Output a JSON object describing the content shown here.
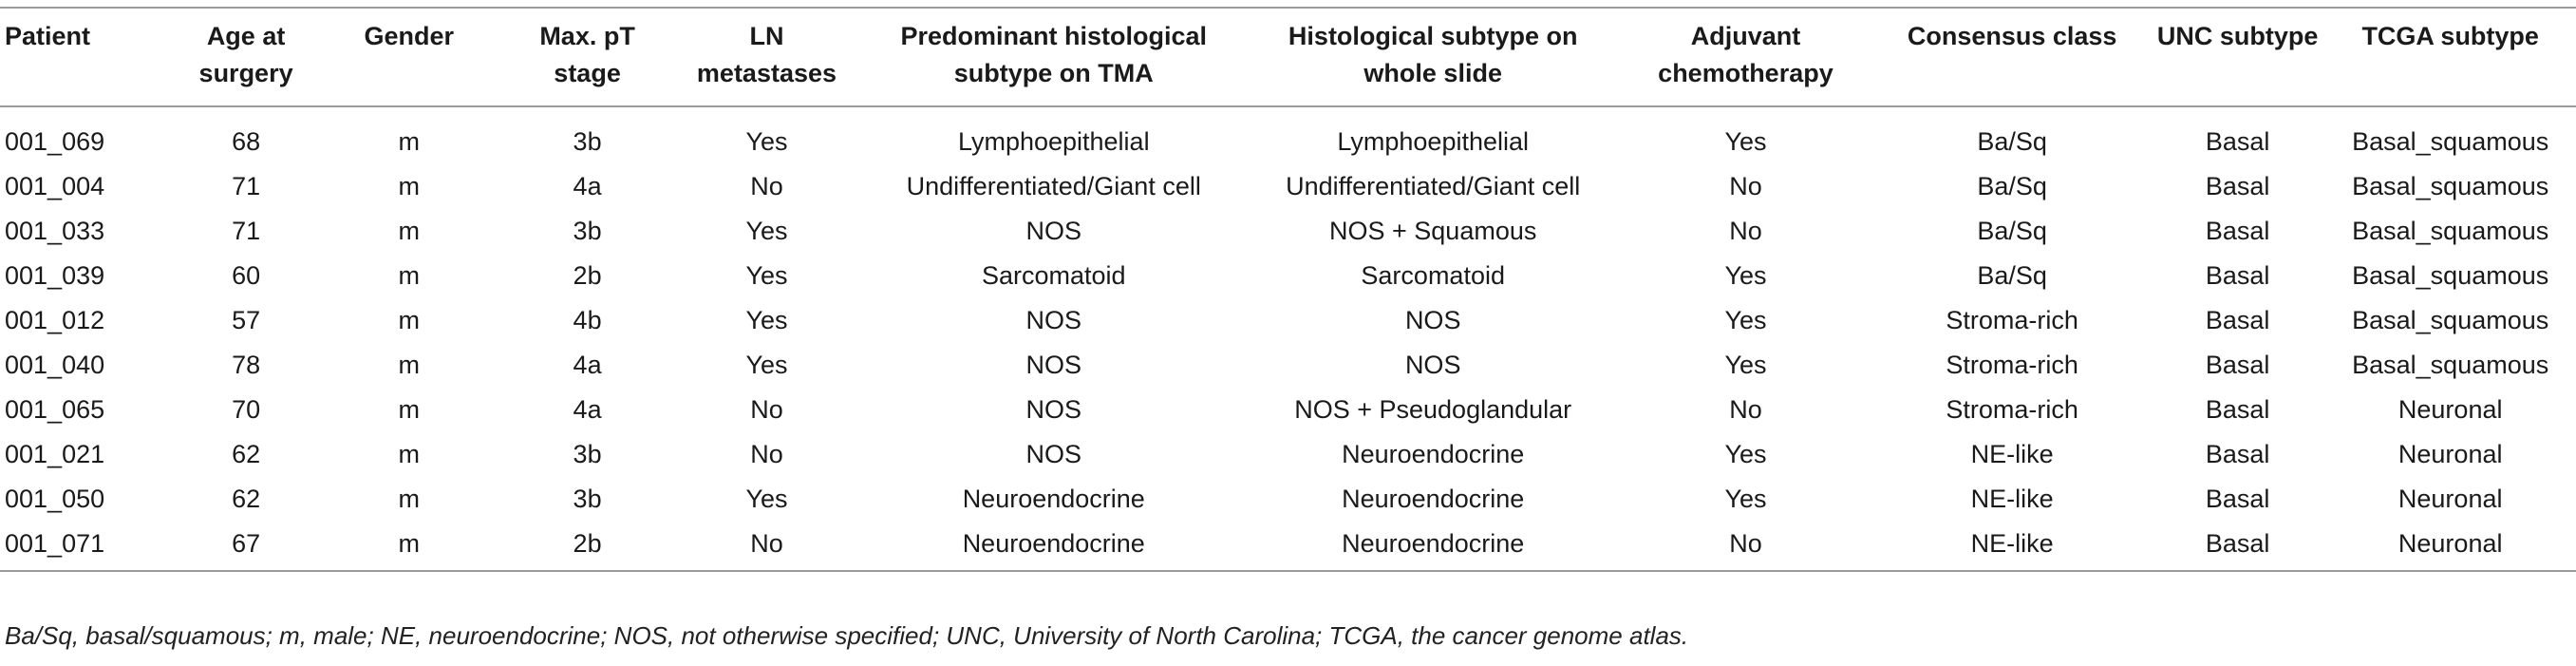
{
  "table": {
    "headers": [
      "Patient",
      "Age at surgery",
      "Gender",
      "Max. pT stage",
      "LN metastases",
      "Predominant histological subtype on TMA",
      "Histological subtype on whole slide",
      "Adjuvant chemotherapy",
      "Consensus class",
      "UNC subtype",
      "TCGA subtype"
    ],
    "rows": [
      [
        "001_069",
        "68",
        "m",
        "3b",
        "Yes",
        "Lymphoepithelial",
        "Lymphoepithelial",
        "Yes",
        "Ba/Sq",
        "Basal",
        "Basal_squamous"
      ],
      [
        "001_004",
        "71",
        "m",
        "4a",
        "No",
        "Undifferentiated/Giant cell",
        "Undifferentiated/Giant cell",
        "No",
        "Ba/Sq",
        "Basal",
        "Basal_squamous"
      ],
      [
        "001_033",
        "71",
        "m",
        "3b",
        "Yes",
        "NOS",
        "NOS + Squamous",
        "No",
        "Ba/Sq",
        "Basal",
        "Basal_squamous"
      ],
      [
        "001_039",
        "60",
        "m",
        "2b",
        "Yes",
        "Sarcomatoid",
        "Sarcomatoid",
        "Yes",
        "Ba/Sq",
        "Basal",
        "Basal_squamous"
      ],
      [
        "001_012",
        "57",
        "m",
        "4b",
        "Yes",
        "NOS",
        "NOS",
        "Yes",
        "Stroma-rich",
        "Basal",
        "Basal_squamous"
      ],
      [
        "001_040",
        "78",
        "m",
        "4a",
        "Yes",
        "NOS",
        "NOS",
        "Yes",
        "Stroma-rich",
        "Basal",
        "Basal_squamous"
      ],
      [
        "001_065",
        "70",
        "m",
        "4a",
        "No",
        "NOS",
        "NOS + Pseudoglandular",
        "No",
        "Stroma-rich",
        "Basal",
        "Neuronal"
      ],
      [
        "001_021",
        "62",
        "m",
        "3b",
        "No",
        "NOS",
        "Neuroendocrine",
        "Yes",
        "NE-like",
        "Basal",
        "Neuronal"
      ],
      [
        "001_050",
        "62",
        "m",
        "3b",
        "Yes",
        "Neuroendocrine",
        "Neuroendocrine",
        "Yes",
        "NE-like",
        "Basal",
        "Neuronal"
      ],
      [
        "001_071",
        "67",
        "m",
        "2b",
        "No",
        "Neuroendocrine",
        "Neuroendocrine",
        "No",
        "NE-like",
        "Basal",
        "Neuronal"
      ]
    ]
  },
  "footnote": "Ba/Sq, basal/squamous; m, male; NE, neuroendocrine; NOS, not otherwise specified; UNC, University of North Carolina; TCGA, the cancer genome atlas."
}
